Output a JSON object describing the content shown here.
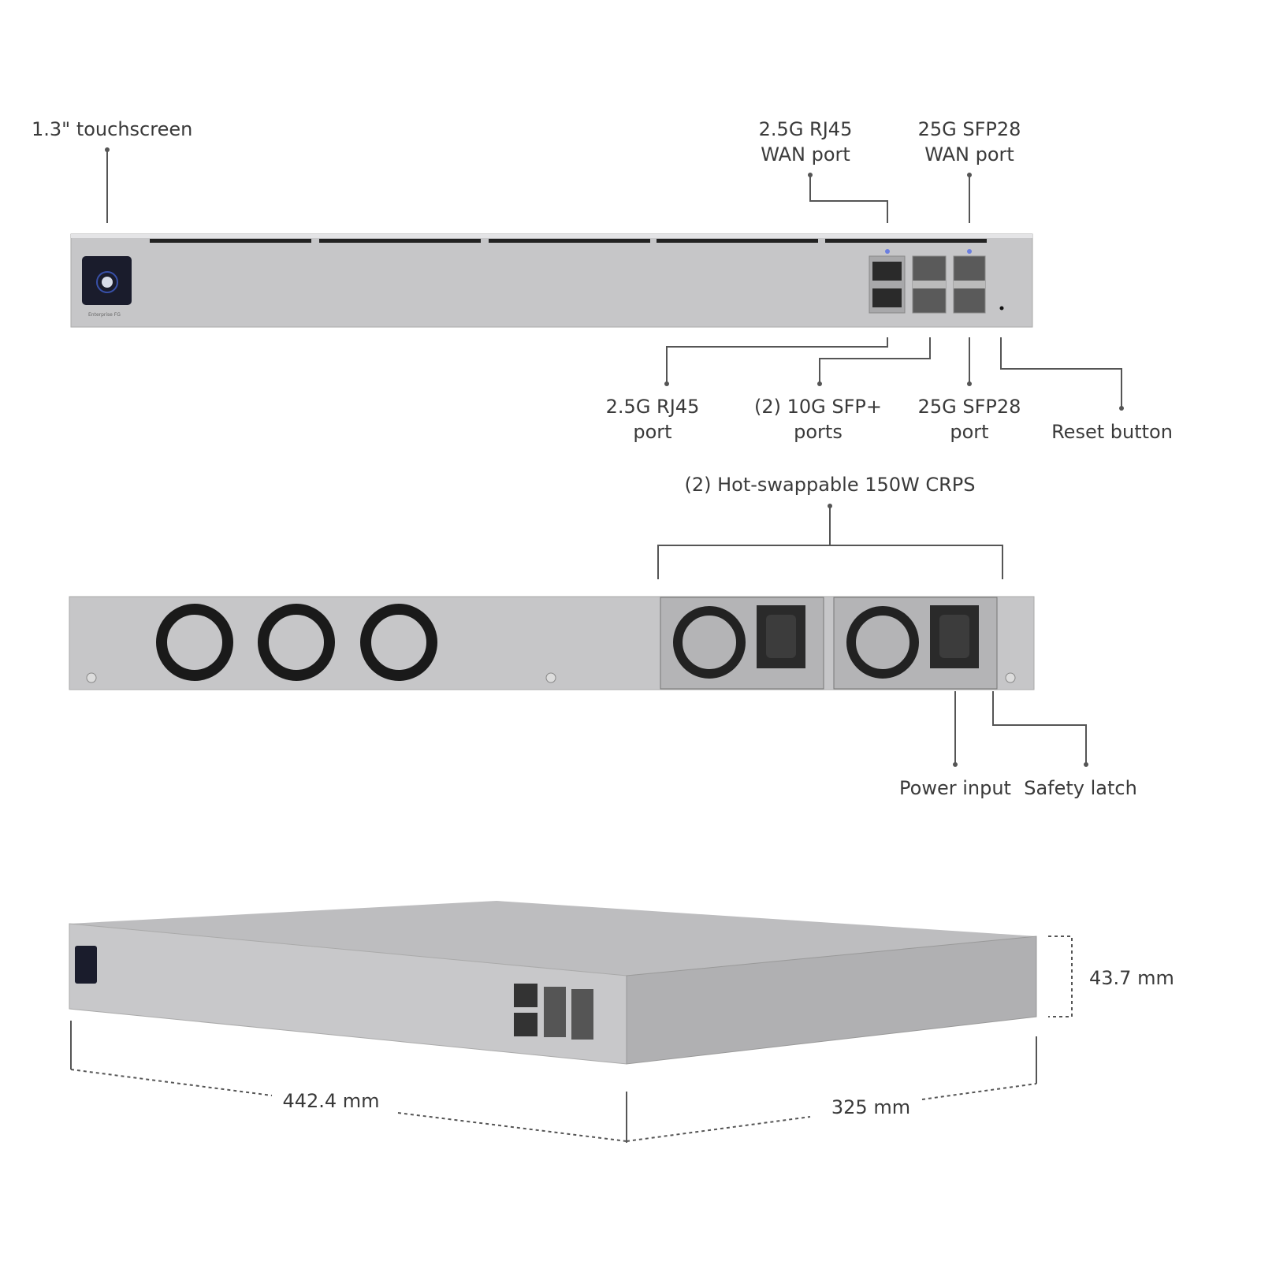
{
  "front": {
    "touchscreen": "1.3\" touchscreen",
    "rj45_wan": [
      "2.5G RJ45",
      "WAN port"
    ],
    "sfp28_wan": [
      "25G SFP28",
      "WAN port"
    ],
    "rj45_port": [
      "2.5G RJ45",
      "port"
    ],
    "sfp_plus": [
      "(2) 10G SFP+",
      "ports"
    ],
    "sfp28_port": [
      "25G SFP28",
      "port"
    ],
    "reset": "Reset button",
    "device_model": "Enterprise FG"
  },
  "rear": {
    "psu": "(2) Hot-swappable 150W CRPS",
    "power_input": "Power input",
    "safety_latch": "Safety latch"
  },
  "dimensions": {
    "height": "43.7 mm",
    "width": "442.4 mm",
    "depth": "325 mm"
  },
  "colors": {
    "chassis": "#c4c4c6",
    "line": "#555555",
    "screen": "#1a1c2c"
  }
}
